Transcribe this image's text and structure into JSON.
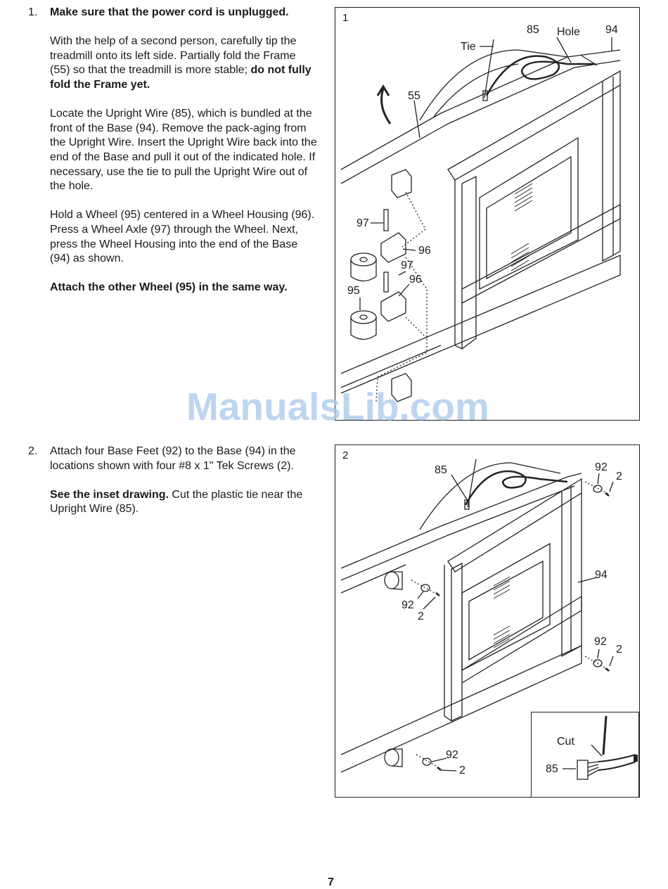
{
  "step1": {
    "number": "1.",
    "heading": "Make sure that the power cord is unplugged.",
    "p1a": "With the help of a second person, carefully tip the treadmill onto its left side. Partially fold the Frame (55) so that the treadmill is more stable; ",
    "p1b": "do not fully fold the Frame yet.",
    "p2": "Locate the Upright Wire (85), which is bundled at the front of the Base (94). Remove the pack-aging from the Upright Wire. Insert the Upright Wire back into the end of the Base and pull it out of the indicated hole. If necessary, use the tie to pull the Upright Wire out of the hole.",
    "p3": "Hold a Wheel (95) centered in a Wheel Housing (96). Press a Wheel Axle (97) through the Wheel. Next, press the Wheel Housing into the end of the Base (94) as shown.",
    "p4": "Attach the other Wheel (95) in the same way."
  },
  "step2": {
    "number": "2.",
    "p1": "Attach four Base Feet (92) to the Base (94) in the locations shown with four #8 x 1\" Tek Screws (2).",
    "p2a": "See the inset drawing.",
    "p2b": " Cut the plastic tie near the Upright Wire (85)."
  },
  "figure1": {
    "number": "1",
    "labels": {
      "tie": "Tie",
      "l85": "85",
      "hole": "Hole",
      "l94": "94",
      "l55": "55",
      "l97a": "97",
      "l96a": "96",
      "l97b": "97",
      "l96b": "96",
      "l95": "95"
    }
  },
  "figure2": {
    "number": "2",
    "labels": {
      "l85": "85",
      "l92a": "92",
      "l2a": "2",
      "l94": "94",
      "l92b": "92",
      "l2b": "2",
      "l92c": "92",
      "l2c": "2",
      "l92d": "92",
      "l2d": "2"
    },
    "inset": {
      "cut": "Cut",
      "l85": "85"
    }
  },
  "watermark": "ManualsLib.com",
  "page_number": "7"
}
